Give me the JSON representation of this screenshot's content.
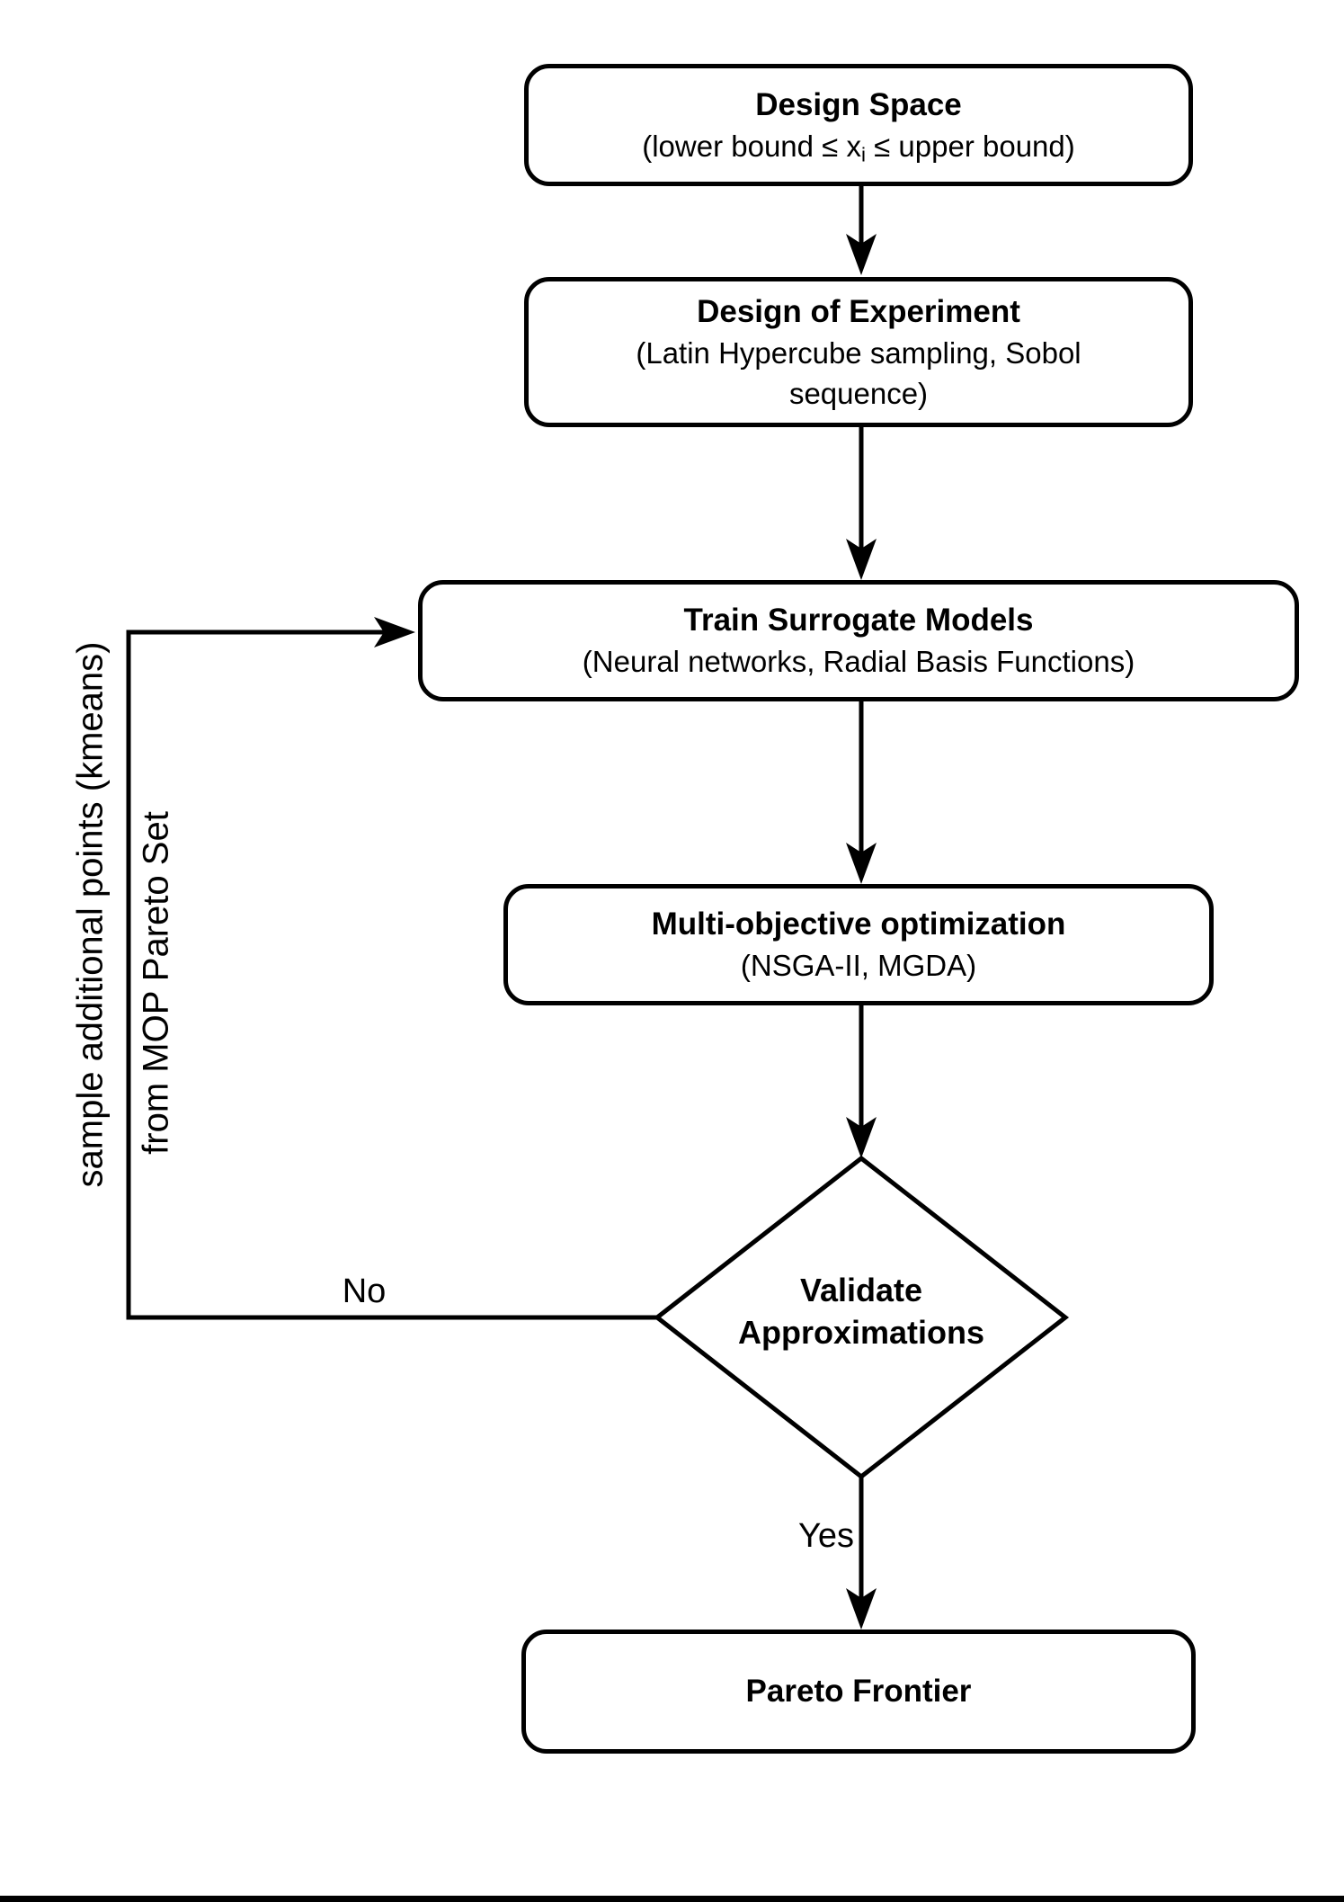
{
  "diagram": {
    "nodes": {
      "design_space": {
        "title": "Design Space",
        "subtitle_prefix": "(lower bound ≤ x",
        "subtitle_sub": "i",
        "subtitle_suffix": " ≤ upper bound)"
      },
      "doe": {
        "title": "Design of Experiment",
        "subtitle_line1": "(Latin Hypercube sampling, Sobol",
        "subtitle_line2": "sequence)"
      },
      "train": {
        "title": "Train Surrogate Models",
        "subtitle": "(Neural networks, Radial Basis Functions)"
      },
      "moo": {
        "title": "Multi-objective optimization",
        "subtitle": "(NSGA-II, MGDA)"
      },
      "validate": {
        "line1": "Validate",
        "line2": "Approximations"
      },
      "pareto": {
        "title": "Pareto Frontier"
      }
    },
    "edge_labels": {
      "yes": "Yes",
      "no": "No"
    },
    "loop_labels": {
      "line1": "sample additional points (kmeans)",
      "line2": "from MOP Pareto Set"
    },
    "colors": {
      "stroke": "#000000",
      "fill": "#ffffff"
    }
  }
}
